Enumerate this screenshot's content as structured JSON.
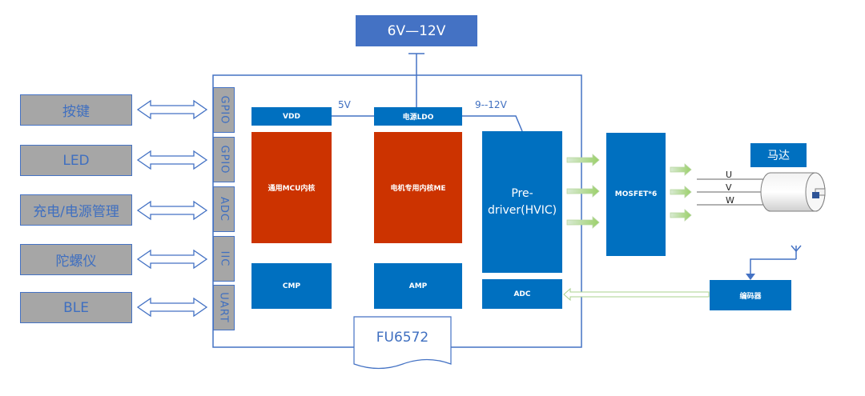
{
  "supply": {
    "label": "6V—12V"
  },
  "peripherals": [
    {
      "label": "按键",
      "port": "GPIO"
    },
    {
      "label": "LED",
      "port": "GPIO"
    },
    {
      "label": "充电/电源管理",
      "port": "ADC"
    },
    {
      "label": "陀螺仪",
      "port": "IIC"
    },
    {
      "label": "BLE",
      "port": "UART"
    }
  ],
  "chip": {
    "name": "FU6572",
    "vdd": "VDD",
    "ldo": "电源LDO",
    "mcu_core": "通用MCU内核",
    "motor_core": "电机专用内核ME",
    "cmp": "CMP",
    "amp": "AMP",
    "predriver": "Pre-driver(HVIC)",
    "adc": "ADC",
    "v5_label": "5V",
    "v912_label": "9--12V"
  },
  "mosfet": {
    "label": "MOSFET*6"
  },
  "motor": {
    "label": "马达",
    "phases": [
      "U",
      "V",
      "W"
    ]
  },
  "encoder": {
    "label": "编码器"
  }
}
